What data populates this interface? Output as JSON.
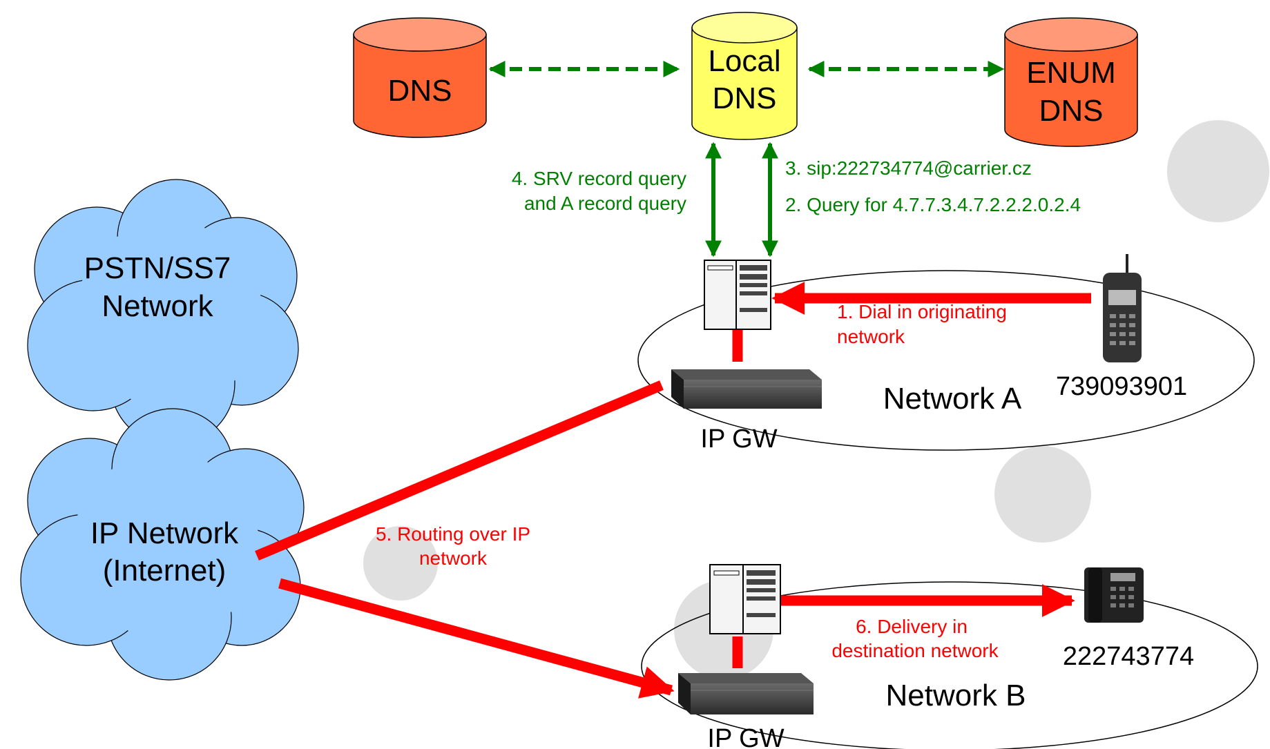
{
  "colors": {
    "dns_red": "#ff6633",
    "local_dns_yellow": "#ffff66",
    "cloud_blue": "#99ccff",
    "query_green": "#008000",
    "route_red": "#ff0000",
    "decor_gray": "#e0e0e0"
  },
  "nodes": {
    "dns": "DNS",
    "local_dns_line1": "Local",
    "local_dns_line2": "DNS",
    "enum_line1": "ENUM",
    "enum_line2": "DNS",
    "pstn_line1": "PSTN/SS7",
    "pstn_line2": "Network",
    "ipnet_line1": "IP Network",
    "ipnet_line2": "(Internet)",
    "network_a": "Network A",
    "network_b": "Network B",
    "gw_a": "IP GW",
    "gw_b": "IP GW",
    "phone_a_number": "739093901",
    "phone_b_number": "222743774"
  },
  "steps": {
    "step1_line1": "1. Dial in originating",
    "step1_line2": "network",
    "step2": "2. Query for 4.7.7.3.4.7.2.2.2.0.2.4",
    "step3": "3. sip:222734774@carrier.cz",
    "step4_line1": "4.  SRV record query",
    "step4_line2": "and A record query",
    "step5_line1": "5. Routing over IP",
    "step5_line2": "network",
    "step6_line1": "6. Delivery in",
    "step6_line2": "destination network"
  },
  "icons": {
    "server_a": "server-icon",
    "server_b": "server-icon",
    "router_a": "router-icon",
    "router_b": "router-icon",
    "phone_a": "mobile-phone-icon",
    "phone_b": "desk-phone-icon"
  }
}
